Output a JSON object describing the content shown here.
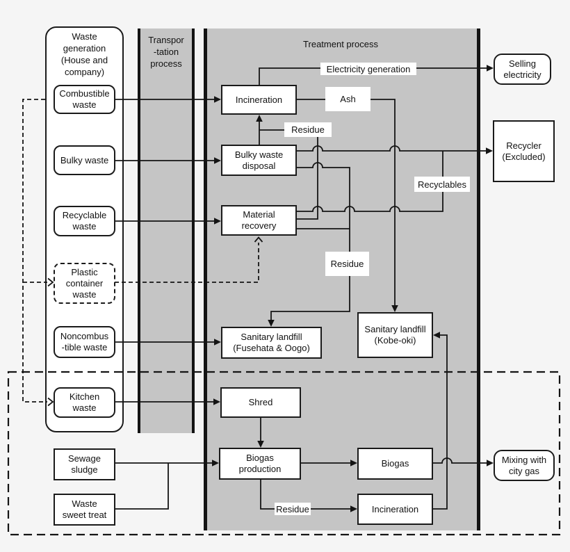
{
  "colors": {
    "background": "#f5f5f5",
    "region_fill": "#c5c5c5",
    "line": "#141414",
    "box_fill": "#ffffff",
    "box_border": "#1a1a1a"
  },
  "waste_generation": {
    "title": "Waste\ngeneration\n(House and\ncompany)",
    "items": [
      {
        "label": "Combustible\nwaste"
      },
      {
        "label": "Bulky waste"
      },
      {
        "label": "Recyclable\nwaste"
      },
      {
        "label": "Plastic\ncontainer\nwaste"
      },
      {
        "label": "Noncombus\n-tible waste"
      },
      {
        "label": "Kitchen\nwaste"
      }
    ]
  },
  "transportation": {
    "title": "Transpor\n-tation\nprocess"
  },
  "treatment": {
    "title": "Treatment process",
    "nodes": {
      "incineration": "Incineration",
      "bulky_waste_disposal": "Bulky waste\ndisposal",
      "material_recovery": "Material\nrecovery",
      "sanitary_landfill_fusehata": "Sanitary landfill\n(Fusehata & Oogo)",
      "sanitary_landfill_kobe": "Sanitary landfill\n(Kobe-oki)",
      "shred": "Shred",
      "biogas_production": "Biogas\nproduction",
      "biogas": "Biogas",
      "incineration_biogas": "Incineration"
    },
    "flow_labels": {
      "electricity_generation": "Electricity generation",
      "ash": "Ash",
      "residue_top": "Residue",
      "recyclables": "Recyclables",
      "residue_middle": "Residue",
      "residue_bottom": "Residue"
    }
  },
  "other_inputs": {
    "sewage_sludge": "Sewage\nsludge",
    "waste_sweet_treat": "Waste\nsweet treat"
  },
  "external": {
    "selling_electricity": "Selling\nelectricity",
    "recycler": "Recycler\n(Excluded)",
    "mixing_city_gas": "Mixing with\ncity gas"
  }
}
